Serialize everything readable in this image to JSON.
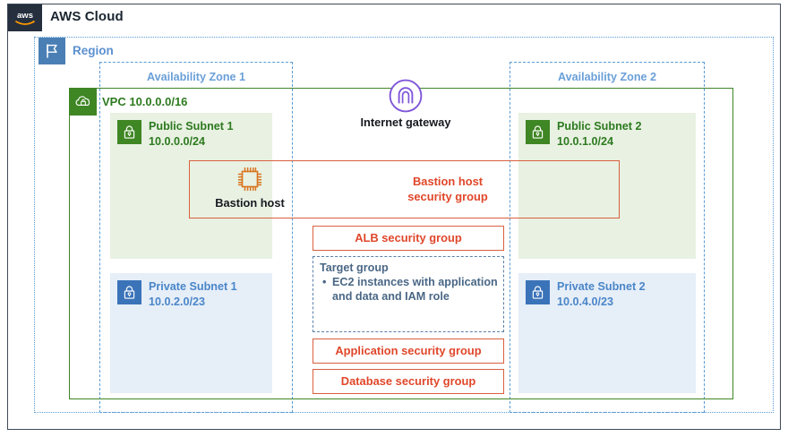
{
  "cloud": {
    "title": "AWS Cloud",
    "logo_icon": "aws-logo-icon"
  },
  "region": {
    "label": "Region",
    "icon": "region-flag-icon"
  },
  "availability_zones": [
    {
      "label": "Availability Zone 1"
    },
    {
      "label": "Availability Zone 2"
    }
  ],
  "vpc": {
    "label": "VPC 10.0.0.0/16",
    "icon": "vpc-cloud-lock-icon",
    "color": "#2d7a1f"
  },
  "subnets": [
    {
      "name": "Public Subnet 1",
      "cidr": "10.0.0.0/24",
      "type": "public",
      "icon": "subnet-lock-icon",
      "color": "#2d7a1f"
    },
    {
      "name": "Public Subnet 2",
      "cidr": "10.0.1.0/24",
      "type": "public",
      "icon": "subnet-lock-icon",
      "color": "#2d7a1f"
    },
    {
      "name": "Private Subnet 1",
      "cidr": "10.0.2.0/23",
      "type": "private",
      "icon": "subnet-lock-icon",
      "color": "#4a86c8"
    },
    {
      "name": "Private Subnet 2",
      "cidr": "10.0.4.0/23",
      "type": "private",
      "icon": "subnet-lock-icon",
      "color": "#4a86c8"
    }
  ],
  "internet_gateway": {
    "label": "Internet gateway",
    "icon": "internet-gateway-icon",
    "color": "#7f56d9"
  },
  "nodes": [
    {
      "label": "Bastion host",
      "icon": "ec2-instance-chip-icon",
      "color": "#d9741f"
    }
  ],
  "security_groups": [
    {
      "id": "bastion",
      "label": "Bastion host\nsecurity group",
      "line1": "Bastion host",
      "line2": "security group"
    },
    {
      "id": "alb",
      "label": "ALB security group"
    },
    {
      "id": "application",
      "label": "Application security group"
    },
    {
      "id": "database",
      "label": "Database security group"
    }
  ],
  "target_group": {
    "title": "Target group",
    "items": [
      "EC2 instances with application and data and IAM role"
    ],
    "color": "#4a6785"
  },
  "colors": {
    "aws_navy": "#252f3e",
    "region_blue": "#5a9bd5",
    "vpc_green": "#3f8624",
    "public_subnet_fill": "#e8f1e2",
    "private_subnet_fill": "#e6eef8",
    "security_group_red": "#d9603e",
    "security_group_text": "#e0472a",
    "igw_purple": "#7f56d9",
    "ec2_orange": "#d9741f"
  }
}
